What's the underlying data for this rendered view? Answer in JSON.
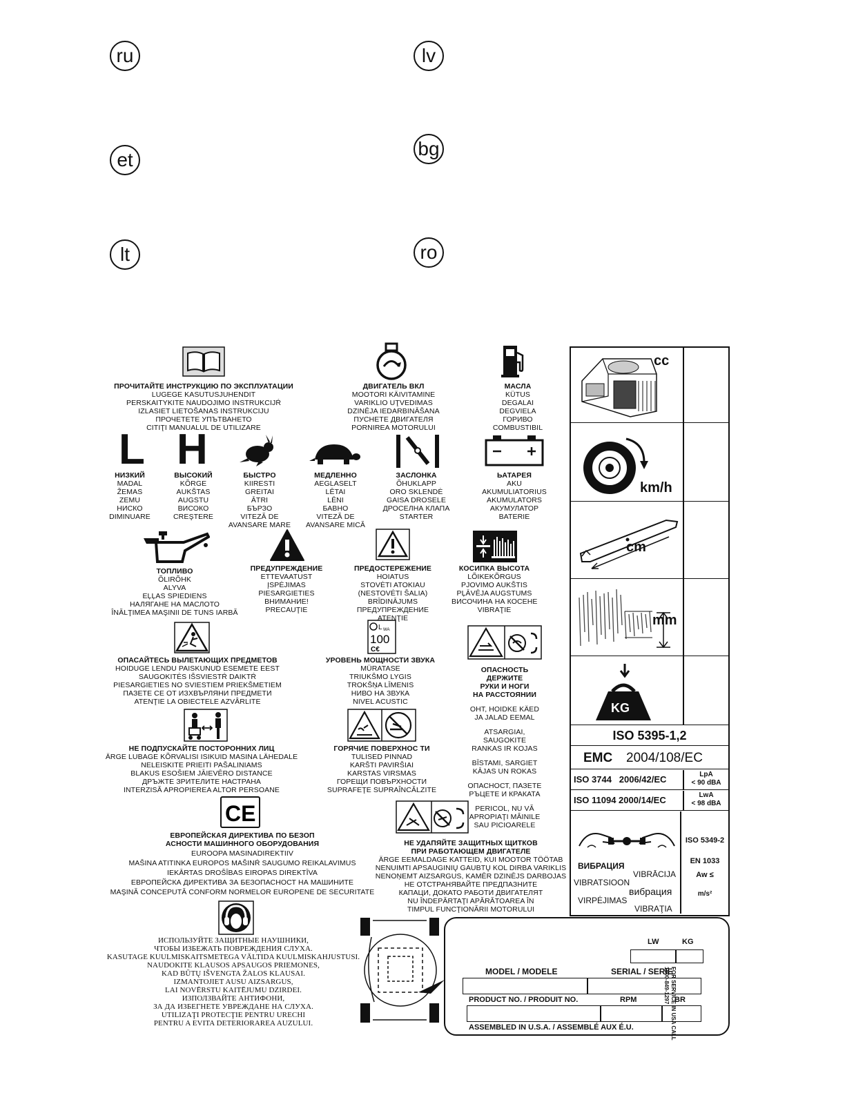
{
  "languages": [
    "ru",
    "lv",
    "et",
    "bg",
    "lt",
    "ro"
  ],
  "manual": {
    "title": "ПРОЧИТАЙТЕ ИНСТРУКЦИЮ ПО ЭКСПЛУАТАЦИИ",
    "lines": [
      "LUGEGE KASUTUSJUHENDIT",
      "PERSKAITYKITE NAUDOJIMO INSTRUKCIJŔ",
      "IZLASIET LIETOŠANAS INSTRUKCIJU",
      "ПРОЧЕТЕТЕ УПЪТВАНЕТО",
      "CITIŢI MANUALUL DE UTILIZARE"
    ]
  },
  "engine": {
    "title": "ДВИГАТЕЛЬ ВКЛ",
    "lines": [
      "MOOTORI KÄIVITAMINE",
      "VARIKLIO UŢVEDIMAS",
      "DZINĒJA IEDARBINĀŠANA",
      "ПУСНЕТЕ ДВИГАТЕЛЯ",
      "PORNIREA MOTORULUI"
    ]
  },
  "fuel": {
    "title": "МАСЛА",
    "lines": [
      "KÜTUS",
      "DEGALAI",
      "DEGVIELA",
      "ГОРИВО",
      "COMBUSTIBIL"
    ]
  },
  "low": {
    "symbol": "L",
    "title": "НИЗКИЙ",
    "lines": [
      "MADAL",
      "ŽEMAS",
      "ZEMU",
      "НИСКО",
      "DIMINUARE"
    ]
  },
  "high": {
    "symbol": "H",
    "title": "ВЫСОКИЙ",
    "lines": [
      "KÕRGE",
      "AUKŠTAS",
      "AUGSTU",
      "ВИСОКО",
      "CREŞTERE"
    ]
  },
  "fast": {
    "title": "БЫСТРО",
    "lines": [
      "KIIRESTI",
      "GREITAI",
      "ĀTRI",
      "БЪРЗО",
      "VITEZĂ DE",
      "AVANSARE MARE"
    ]
  },
  "slow": {
    "title": "МЕДЛЕННО",
    "lines": [
      "AEGLASELT",
      "LĒTAI",
      "LĒNI",
      "БАВНО",
      "VITEZĂ DE",
      "AVANSARE MICĂ"
    ]
  },
  "choke": {
    "title": "ЗАСЛОНКА",
    "lines": [
      "ÕHUKLAPP",
      "ORO SKLENDĖ",
      "GAISA DROSELE",
      "ДРОСЕЛНА КЛАПА",
      "STARTER"
    ]
  },
  "battery": {
    "title": "ЬАТАРЕЯ",
    "lines": [
      "AKU",
      "AKUMULIATORIUS",
      "AKUMULATORS",
      "АКУМУЛАТОР",
      "BATERIE"
    ]
  },
  "oil": {
    "title": "ТОПЛИВО",
    "lines": [
      "ÕLIRÕHK",
      "ALYVA",
      "EĻĻAS SPIEDIENS",
      "НАЛЯГАНЕ НА МАСЛОТО",
      "ÎNĂLŢIMEA MAŞINII DE TUNS IARBĂ"
    ]
  },
  "warning": {
    "title": "ПРЕДУПРЕЖДЕНИЕ",
    "lines": [
      "ETTEVAATUST",
      "ĮSPĖJIMAS",
      "PIESARGIETIES",
      "ВНИМАНИЕ!",
      "PRECAUŢIE"
    ]
  },
  "caution": {
    "title": "ПРЕДОСТЕРЕЖЕНИЕ",
    "lines": [
      "HOIATUS",
      "STOVĖTI ATOKIAU",
      "(NESTOVĖTI ŠALIA)",
      "BRĪDINĀJUMS",
      "ПРЕДУПРЕЖДЕНИЕ",
      "ATENŢIE"
    ]
  },
  "cut_height": {
    "title": "КОСИПКА ВЫСОТА",
    "lines": [
      "LÕIKEKÕRGUS",
      "PJOVIMO AUKŠTIS",
      "PĻĀVĒJA AUGSTUMS",
      "ВИСОЧИНА НА КОСЕНЕ",
      "VIBRAŢIE"
    ]
  },
  "thrown": {
    "title": "ОПАСАЙТЕСЬ ВЫЛЕТАЮЩИХ ПРЕДМЕТОВ",
    "lines": [
      "HOIDUGE LENDU PAISKUNUD ESEMETE EEST",
      "SAUGOKITĖS IŠSVIESTŔ DAIKTŔ",
      "PIESARGIETIES NO SVIESTIEM PRIEKŠMETIEM",
      "ПАЗЕТЕ СЕ ОТ ИЗХВЪРЛЯНИ ПРЕДМЕТИ",
      "ATENŢIE LA OBIECTELE AZVÂRLITE"
    ]
  },
  "sound": {
    "label_lwa": "L",
    "label_lwa_sub": "WA",
    "value": "100",
    "title": "УРОВЕНЬ МОЩНОСТИ ЗВУКА",
    "lines": [
      "MÜRATASE",
      "TRIUKŠMO LYGIS",
      "TROKŠŅA LĪMENIS",
      "НИВО НА ЗВУКА",
      "NIVEL ACUSTIC"
    ]
  },
  "hands": {
    "title_lines": [
      "ОПАСНОСТЬ",
      "ДЕРЖИТЕ",
      "РУКИ И НОГИ",
      "НА РАССТОЯНИИ"
    ],
    "groups": [
      [
        "OHT, HOIDKE KÄED",
        "JA JALAD EEMAL"
      ],
      [
        "ATSARGIAI,",
        "SAUGOKITE",
        "RANKAS IR KOJAS"
      ],
      [
        "BĪSTAMI, SARGIET",
        "KĀJAS UN ROKAS"
      ],
      [
        "ОПАСНОСТ, ПАЗЕТЕ",
        "РЪЦЕТЕ И КРАКАТА"
      ],
      [
        "PERICOL, NU VĂ",
        "APROPIAŢI MÂINILE",
        "SAU PICIOARELE"
      ]
    ]
  },
  "bystanders": {
    "title": "НЕ ПОДПУСКАЙТЕ ПОСТОРОННИХ ЛИЦ",
    "lines": [
      "ÄRGE LUBAGE KÕRVALISI ISIKUID MASINA LÄHEDALE",
      "NELEISKITE PRIEITI PAŠALINIAMS",
      "BLAKUS ESOŠIEM JĀIEVĒRO DISTANCE",
      "ДРЪЖТЕ ЗРИТЕЛИТЕ НАСТРАНА",
      "INTERZISĂ APROPIEREA ALTOR PERSOANE"
    ]
  },
  "hot": {
    "title": "ГОРЯЧИЕ ПОВЕРХНОС ТИ",
    "lines": [
      "TULISED PINNAD",
      "KARŠTI PAVIRŠIAI",
      "KARSTAS VIRSMAS",
      "ГОРЕЩИ ПОВЪРХНОСТИ",
      "SUPRAFEŢE SUPRAÎNCĂLZITE"
    ]
  },
  "ce": {
    "mark": "CE",
    "title_lines": [
      "ЕВРОПЕЙСКАЯ ДИРЕКТИВА ПО БЕЗОП",
      "АСНОСТИ МАШИННОГО ОБОРУДОВАНИЯ"
    ],
    "lines": [
      "EUROOPA MASINADIREKTIIV",
      "MAŠINA ATITINKA EUROPOS MAŠINŔ SAUGUMO REIKALAVIMUS",
      "IEKĀRTAS DROŠĪBAS EIROPAS DIREKTĪVA",
      "ЕВРОПЕЙСКА ДИРЕКТИВА ЗА БЕЗОПАСНОСТ НА МАШИНИТЕ",
      "MAŞINĂ CONCEPUTĂ CONFORM NORMELOR EUROPENE DE SECURITATE"
    ]
  },
  "guards": {
    "title_lines": [
      "НЕ УДАПЯЙТЕ ЗАЩИТНЫХ ЩИТКОВ",
      "ПРИ РАБОТАЮЩЕМ ДВИГАТЕЛЕ"
    ],
    "lines": [
      "ÄRGE EEMALDAGE KATTEID, KUI MOOTOR TÖÖTAB",
      "NENUIMTI APSAUGINIŲ GAUBTŲ KOL DIRBA VARIKLIS",
      "NENOŅEMT AIZSARGUS, KAMĒR DZINĒJS DARBOJAS",
      "НЕ ОТСТРАНЯВАЙТЕ ПРЕДПАЗНИТЕ",
      "КАПАЦИ, ДОКАТО РАБОТИ ДВИГАТЕЛЯТ",
      "NU ÎNDEPĂRTAŢI APĂRĂTOAREA ÎN",
      "TIMPUL FUNCŢIONĂRII MOTORULUI"
    ]
  },
  "ear": {
    "lines": [
      "ИСПОЛЬЗУЙТЕ ЗАЩИТНЫЕ НАУШНИКИ,",
      "ЧТОБЫ ИЗБЕЖАТЬ ПОВРЕЖДЕНИЯ СЛУХА.",
      "KASUTAGE KUULMISKAITSMETEGA VÄLTIDA KUULMISKAHJUSTUSI.",
      "NAUDOKITE KLAUSOS APSAUGOS PRIEMONES,",
      "KAD BŪTŲ IŠVENGTA ŽALOS KLAUSAI.",
      "IZMANTOJIET AUSU AIZSARGUS,",
      "LAI NOVĒRSTU KAITĒJUMU DZIRDEI.",
      "ИЗПОЛЗВАЙТЕ АНТИФОНИ,",
      "ЗА ДА ИЗБЕГНЕТЕ УВРЕЖДАНЕ НА СЛУХА.",
      "UTILIZAŢI PROTECŢIE PENTRU URECHI",
      "PENTRU A EVITA DETERIORAREA AUZULUI."
    ]
  },
  "spec": {
    "cc": "cc",
    "kmh": "km/h",
    "cm": "cm",
    "mm": "mm",
    "kg": "KG",
    "iso5395": "ISO 5395-1,2",
    "emc_label": "EMC",
    "emc_value": "2004/108/EC",
    "iso3744": "ISO 3744   2006/42/EC",
    "lpa": "LpA",
    "lpa_val": "< 90 dBA",
    "iso11094": "ISO 11094 2000/14/EC",
    "lwa": "LwA",
    "lwa_val": "< 98 dBA",
    "vib_words": [
      "ВИБРАЦИЯ",
      "VIBRĀCIJA",
      "VIBRATSIOON",
      "вибрация",
      "VIRPĖJIMAS",
      "VIBRAŢIA"
    ],
    "iso5349": "ISO 5349-2",
    "en1033": "EN 1033",
    "aw": "Aw ≤",
    "ms2": "m/s²"
  },
  "plate": {
    "lw": "LW",
    "kg": "KG",
    "model": "MODEL / MODELE",
    "serial": "SERIAL / SERIE",
    "product": "PRODUCT NO. / PRODUIT NO.",
    "rpm": "RPM",
    "br": "BR",
    "assembled": "ASSEMBLED IN U.S.A. / ASSEMBLÉ AUX É.U.",
    "service": "FOR SERVICE IN USA CALL",
    "phone": "1800-849-1297"
  }
}
